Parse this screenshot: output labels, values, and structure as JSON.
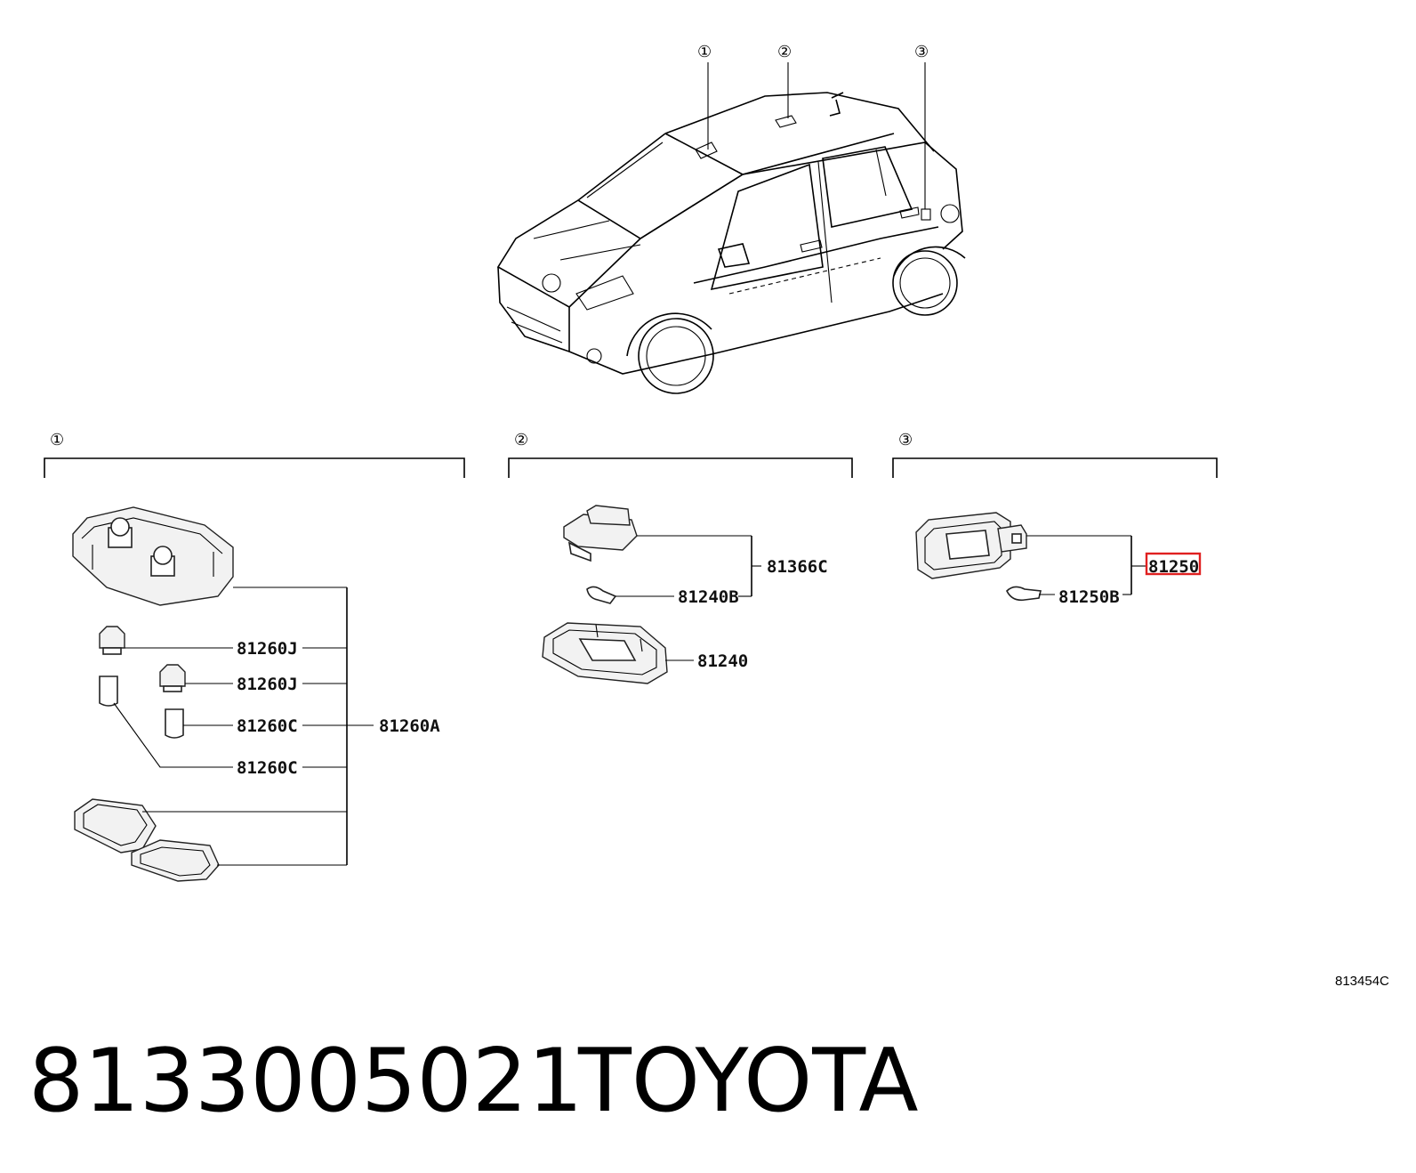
{
  "callouts": {
    "c1": "①",
    "c2": "②",
    "c3": "③"
  },
  "group1": {
    "parts": {
      "bulb_socket_a": "81260J",
      "bulb_socket_b": "81260J",
      "bulb_a": "81260C",
      "bulb_b": "81260C",
      "assembly": "81260A"
    }
  },
  "group2": {
    "parts": {
      "switch": "81366C",
      "bulb": "81240B",
      "lens_housing": "81240"
    }
  },
  "group3": {
    "parts": {
      "assembly_highlighted": "81250",
      "bulb": "81250B"
    },
    "highlight_color": "#e02020"
  },
  "illustration_ref": "813454C",
  "footer": {
    "part_number": "8133005021",
    "brand": "TOYOTA"
  }
}
